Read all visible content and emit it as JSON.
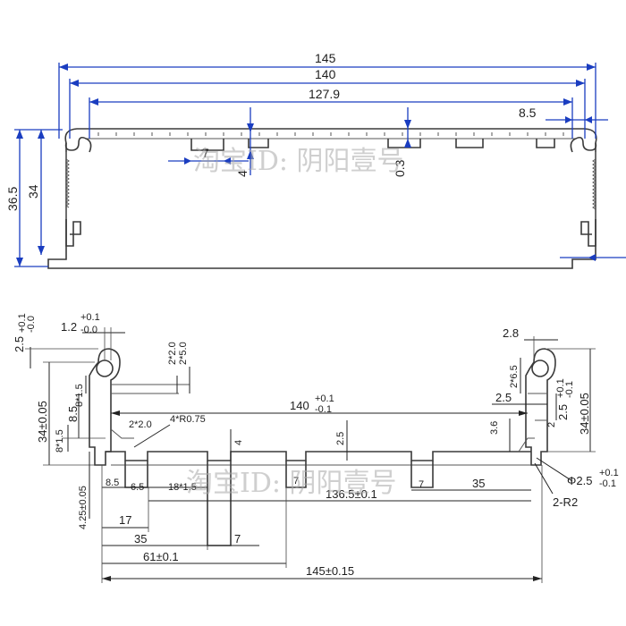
{
  "top_view": {
    "width_outer": "145",
    "width_inner": "140",
    "width_slot": "127.9",
    "height_outer": "36.5",
    "height_inner": "34",
    "notch_width": "7",
    "notch_depth": "4",
    "slot_depth": "0.3",
    "edge_offset": "8.5"
  },
  "section_view": {
    "left_lip": "1.2",
    "left_lip_tol_upper": "+0.1",
    "left_lip_tol_lower": "-0.0",
    "left_top_gap": "2.5",
    "left_top_gap_tol_upper": "+0.1",
    "left_top_gap_tol_lower": "-0.0",
    "left_height": "34±0.05",
    "left_r": "8*1.5",
    "left_85": "8.5",
    "left_r2": "8*1.5",
    "groove_a": "2*2.0",
    "groove_b": "2*5.0",
    "chamfer_2": "2*2.0",
    "radius_4": "4*R0.75",
    "inner_width": "140",
    "inner_width_tol_upper": "+0.1",
    "inner_width_tol_lower": "-0.1",
    "dim_4": "4",
    "dim_25": "2.5",
    "dim_36": "3.6",
    "right_28": "2.8",
    "right_65": "2*6.5",
    "right_25": "2.5",
    "right_25b": "2.5",
    "right_25b_tol_upper": "+0.1",
    "right_25b_tol_lower": "-0.1",
    "right_2": "2",
    "right_height": "34±0.05",
    "right_25c_tol_upper": "+0.1",
    "right_25c_tol_lower": "-0.1",
    "bottom_425": "4.25±0.05",
    "bottom_85": "8.5",
    "bottom_65": "6.5",
    "bottom_1815": "18*1.5",
    "bottom_7a": "7",
    "bottom_7b": "7",
    "bottom_35a": "35",
    "bottom_1365": "136.5±0.1",
    "bottom_17": "17",
    "bottom_35b": "35",
    "bottom_7c": "7",
    "bottom_61": "61±0.1",
    "bottom_145": "145±0.15",
    "phi": "Φ2.5",
    "phi_tol_upper": "+0.1",
    "phi_tol_lower": "-0.1",
    "r2": "2-R2"
  },
  "watermark": "淘宝ID: 阴阳壹号",
  "colors": {
    "dimension_blue": "#1a3dc0",
    "outline": "#3a3a3a"
  }
}
